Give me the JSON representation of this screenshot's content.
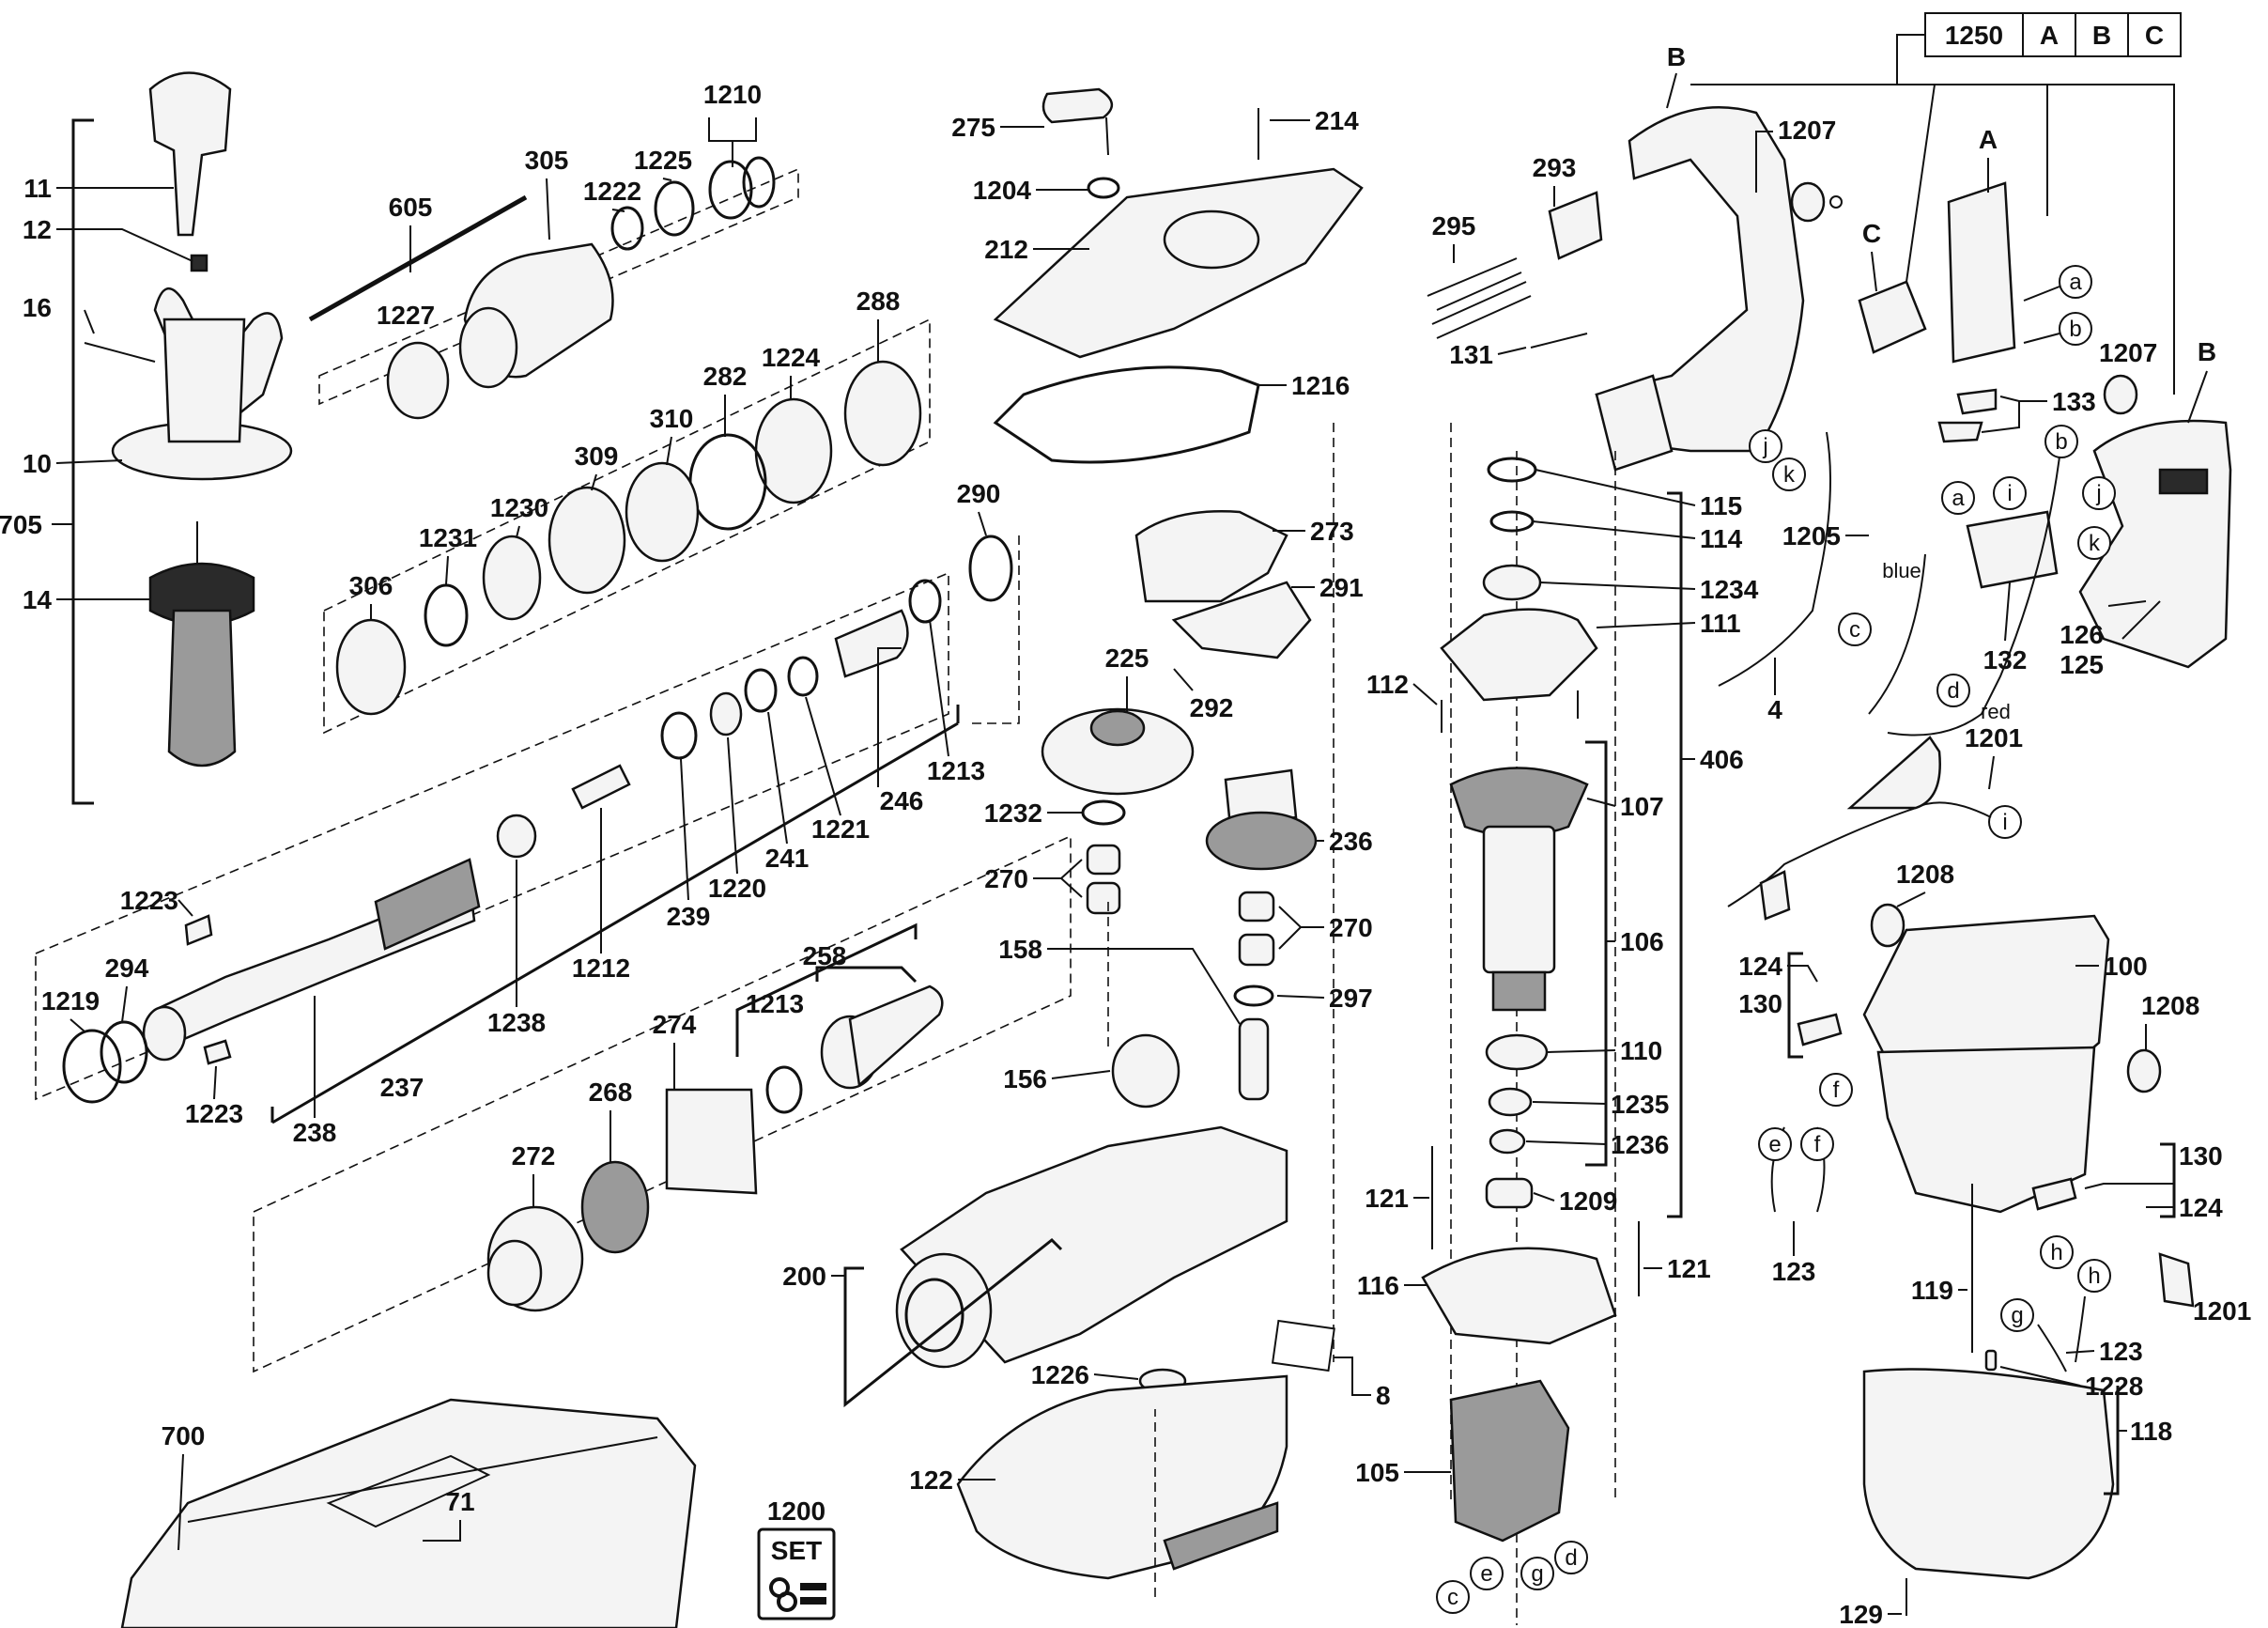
{
  "legend": {
    "number": "1250",
    "a": "A",
    "b": "B",
    "c": "C"
  },
  "set_badge": "SET",
  "wire_labels": {
    "blue": "blue",
    "red": "red"
  },
  "parts": {
    "p11": "11",
    "p12": "12",
    "p16": "16",
    "p10": "10",
    "p705": "705",
    "p14": "14",
    "p1210": "1210",
    "p305": "305",
    "p605": "605",
    "p1222": "1222",
    "p1225": "1225",
    "p1227": "1227",
    "p288": "288",
    "p282": "282",
    "p1224": "1224",
    "p310": "310",
    "p309": "309",
    "p1231": "1231",
    "p1230": "1230",
    "p306": "306",
    "p290": "290",
    "p275": "275",
    "p214": "214",
    "p1204": "1204",
    "p212": "212",
    "p1216": "1216",
    "p273": "273",
    "p291": "291",
    "p225": "225",
    "p292": "292",
    "p1232": "1232",
    "p236": "236",
    "p270a": "270",
    "p270b": "270",
    "p158": "158",
    "p297": "297",
    "p156": "156",
    "p1223a": "1223",
    "p1223b": "1223",
    "p294": "294",
    "p1219": "1219",
    "p237": "237",
    "p238": "238",
    "p1238": "1238",
    "p1212": "1212",
    "p239": "239",
    "p1220": "1220",
    "p241": "241",
    "p1221": "1221",
    "p246": "246",
    "p1213a": "1213",
    "p1213b": "1213",
    "p258": "258",
    "p274": "274",
    "p268": "268",
    "p272": "272",
    "p200": "200",
    "p1226": "1226",
    "p122": "122",
    "p8": "8",
    "p700": "700",
    "p71": "71",
    "p1200": "1200",
    "p293": "293",
    "p295": "295",
    "p131": "131",
    "p1207a": "1207",
    "p1207b": "1207",
    "p133": "133",
    "p1205": "1205",
    "p132": "132",
    "p126": "126",
    "p125": "125",
    "p4": "4",
    "p115": "115",
    "p114": "114",
    "p1234": "1234",
    "p111": "111",
    "p112": "112",
    "p406": "406",
    "p107": "107",
    "p106": "106",
    "p110": "110",
    "p1235": "1235",
    "p1236": "1236",
    "p121a": "121",
    "p121b": "121",
    "p1209": "1209",
    "p116": "116",
    "p105": "105",
    "p1201a": "1201",
    "p1201b": "1201",
    "p1208a": "1208",
    "p1208b": "1208",
    "p124a": "124",
    "p124b": "124",
    "p130a": "130",
    "p130b": "130",
    "p100": "100",
    "p123a": "123",
    "p123b": "123",
    "p119": "119",
    "p1228": "1228",
    "p118": "118",
    "p129": "129"
  },
  "callouts": {
    "B_top": "B",
    "B_right": "B",
    "A": "A",
    "C": "C",
    "a1": "a",
    "b1": "b",
    "b2": "b",
    "a2": "a",
    "i1": "i",
    "j1": "j",
    "j2": "j",
    "k1": "k",
    "k2": "k",
    "c1": "c",
    "d1": "d",
    "i2": "i",
    "e1": "e",
    "f1": "f",
    "f2": "f",
    "h1": "h",
    "h2": "h",
    "g1": "g",
    "c2": "c",
    "e2": "e",
    "g2": "g",
    "d2": "d"
  }
}
